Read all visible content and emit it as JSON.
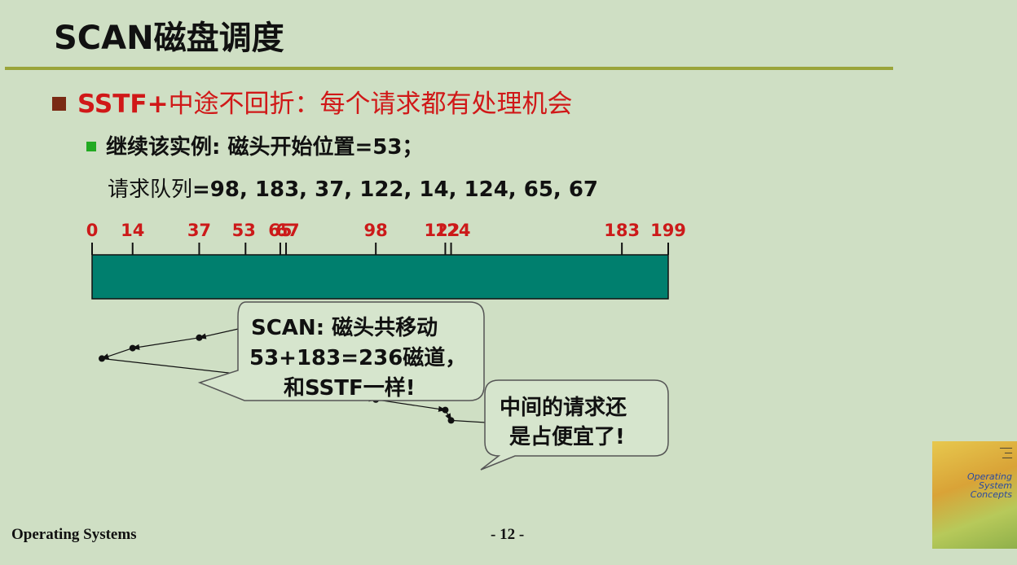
{
  "title": "SCAN磁盘调度",
  "bullet1": {
    "bold": "SSTF+",
    "rest": "中途不回折：每个请求都有处理机会"
  },
  "bullet2": {
    "text": "继续该实例: 磁头开始位置=53；"
  },
  "queue": {
    "label": "请求队列",
    "values": "=98, 183, 37, 122, 14, 124, 65, 67"
  },
  "axis": {
    "ticks": [
      "0",
      "14",
      "37",
      "53",
      "65",
      "67",
      "98",
      "122",
      "124",
      "183",
      "199"
    ],
    "min": 0,
    "max": 199,
    "bar_color": "#007f6e",
    "tick_color": "#cc1a1a"
  },
  "path_sequence": [
    53,
    37,
    14,
    0,
    65,
    67,
    98,
    122,
    124,
    183
  ],
  "bubble1": {
    "line1": "SCAN: 磁头共移动",
    "line2": "53+183=236磁道，",
    "line3": "和SSTF一样!"
  },
  "bubble2": {
    "line1": "中间的请求还",
    "line2": "是占便宜了!"
  },
  "footer": {
    "left": "Operating Systems",
    "page": "- 12 -"
  },
  "book_cover": {
    "line1": "Operating",
    "line2": "System",
    "line3": "Concepts"
  }
}
